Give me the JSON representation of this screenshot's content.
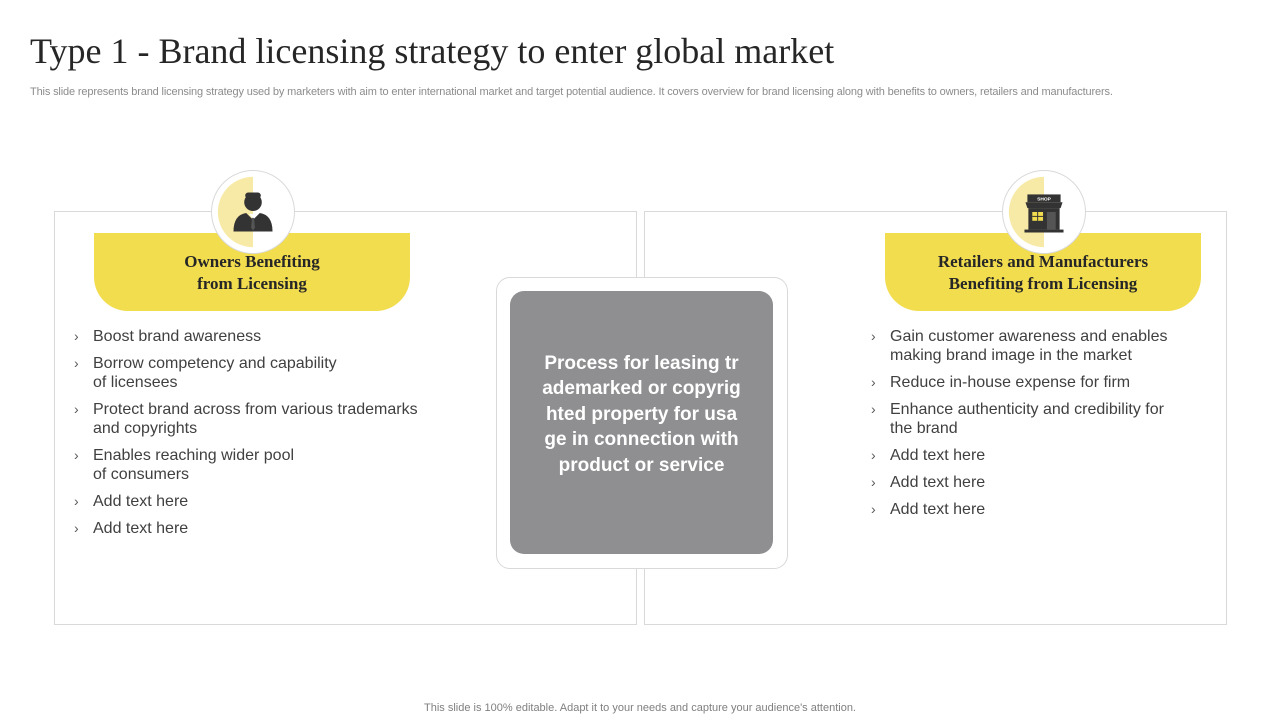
{
  "slide": {
    "title": "Type 1 - Brand licensing strategy to enter global market",
    "subtitle": "This slide represents brand licensing strategy used by marketers with aim to enter international market and target potential audience. It covers overview for brand licensing along with benefits to owners, retailers and manufacturers.",
    "footer": "This slide is 100% editable. Adapt it to your needs and capture your audience's attention."
  },
  "colors": {
    "accent_yellow": "#f2dd4f",
    "light_yellow": "#f7eaa6",
    "center_gray": "#8f8f92",
    "icon_dark": "#333333"
  },
  "left_panel": {
    "icon": "businessman-icon",
    "header_line1": "Owners Benefiting",
    "header_line2": "from Licensing",
    "chevron": "›",
    "bullets": [
      "Boost brand awareness",
      "Borrow competency and capability of licensees",
      "Protect brand across from various trademarks and copyrights",
      "Enables reaching wider pool of consumers",
      "Add text here",
      "Add text here"
    ]
  },
  "right_panel": {
    "icon": "shop-icon",
    "icon_sign": "SHOP",
    "header_line1": "Retailers and Manufacturers",
    "header_line2": "Benefiting from Licensing",
    "chevron": "›",
    "bullets": [
      "Gain customer awareness and enables making brand image in the market",
      "Reduce in-house expense for firm",
      "Enhance authenticity and credibility for the brand",
      "Add text here",
      "Add text here",
      "Add text here"
    ]
  },
  "center": {
    "text": "Process for leasing trademarked or copyrighted property for usage in connection with product or service"
  }
}
